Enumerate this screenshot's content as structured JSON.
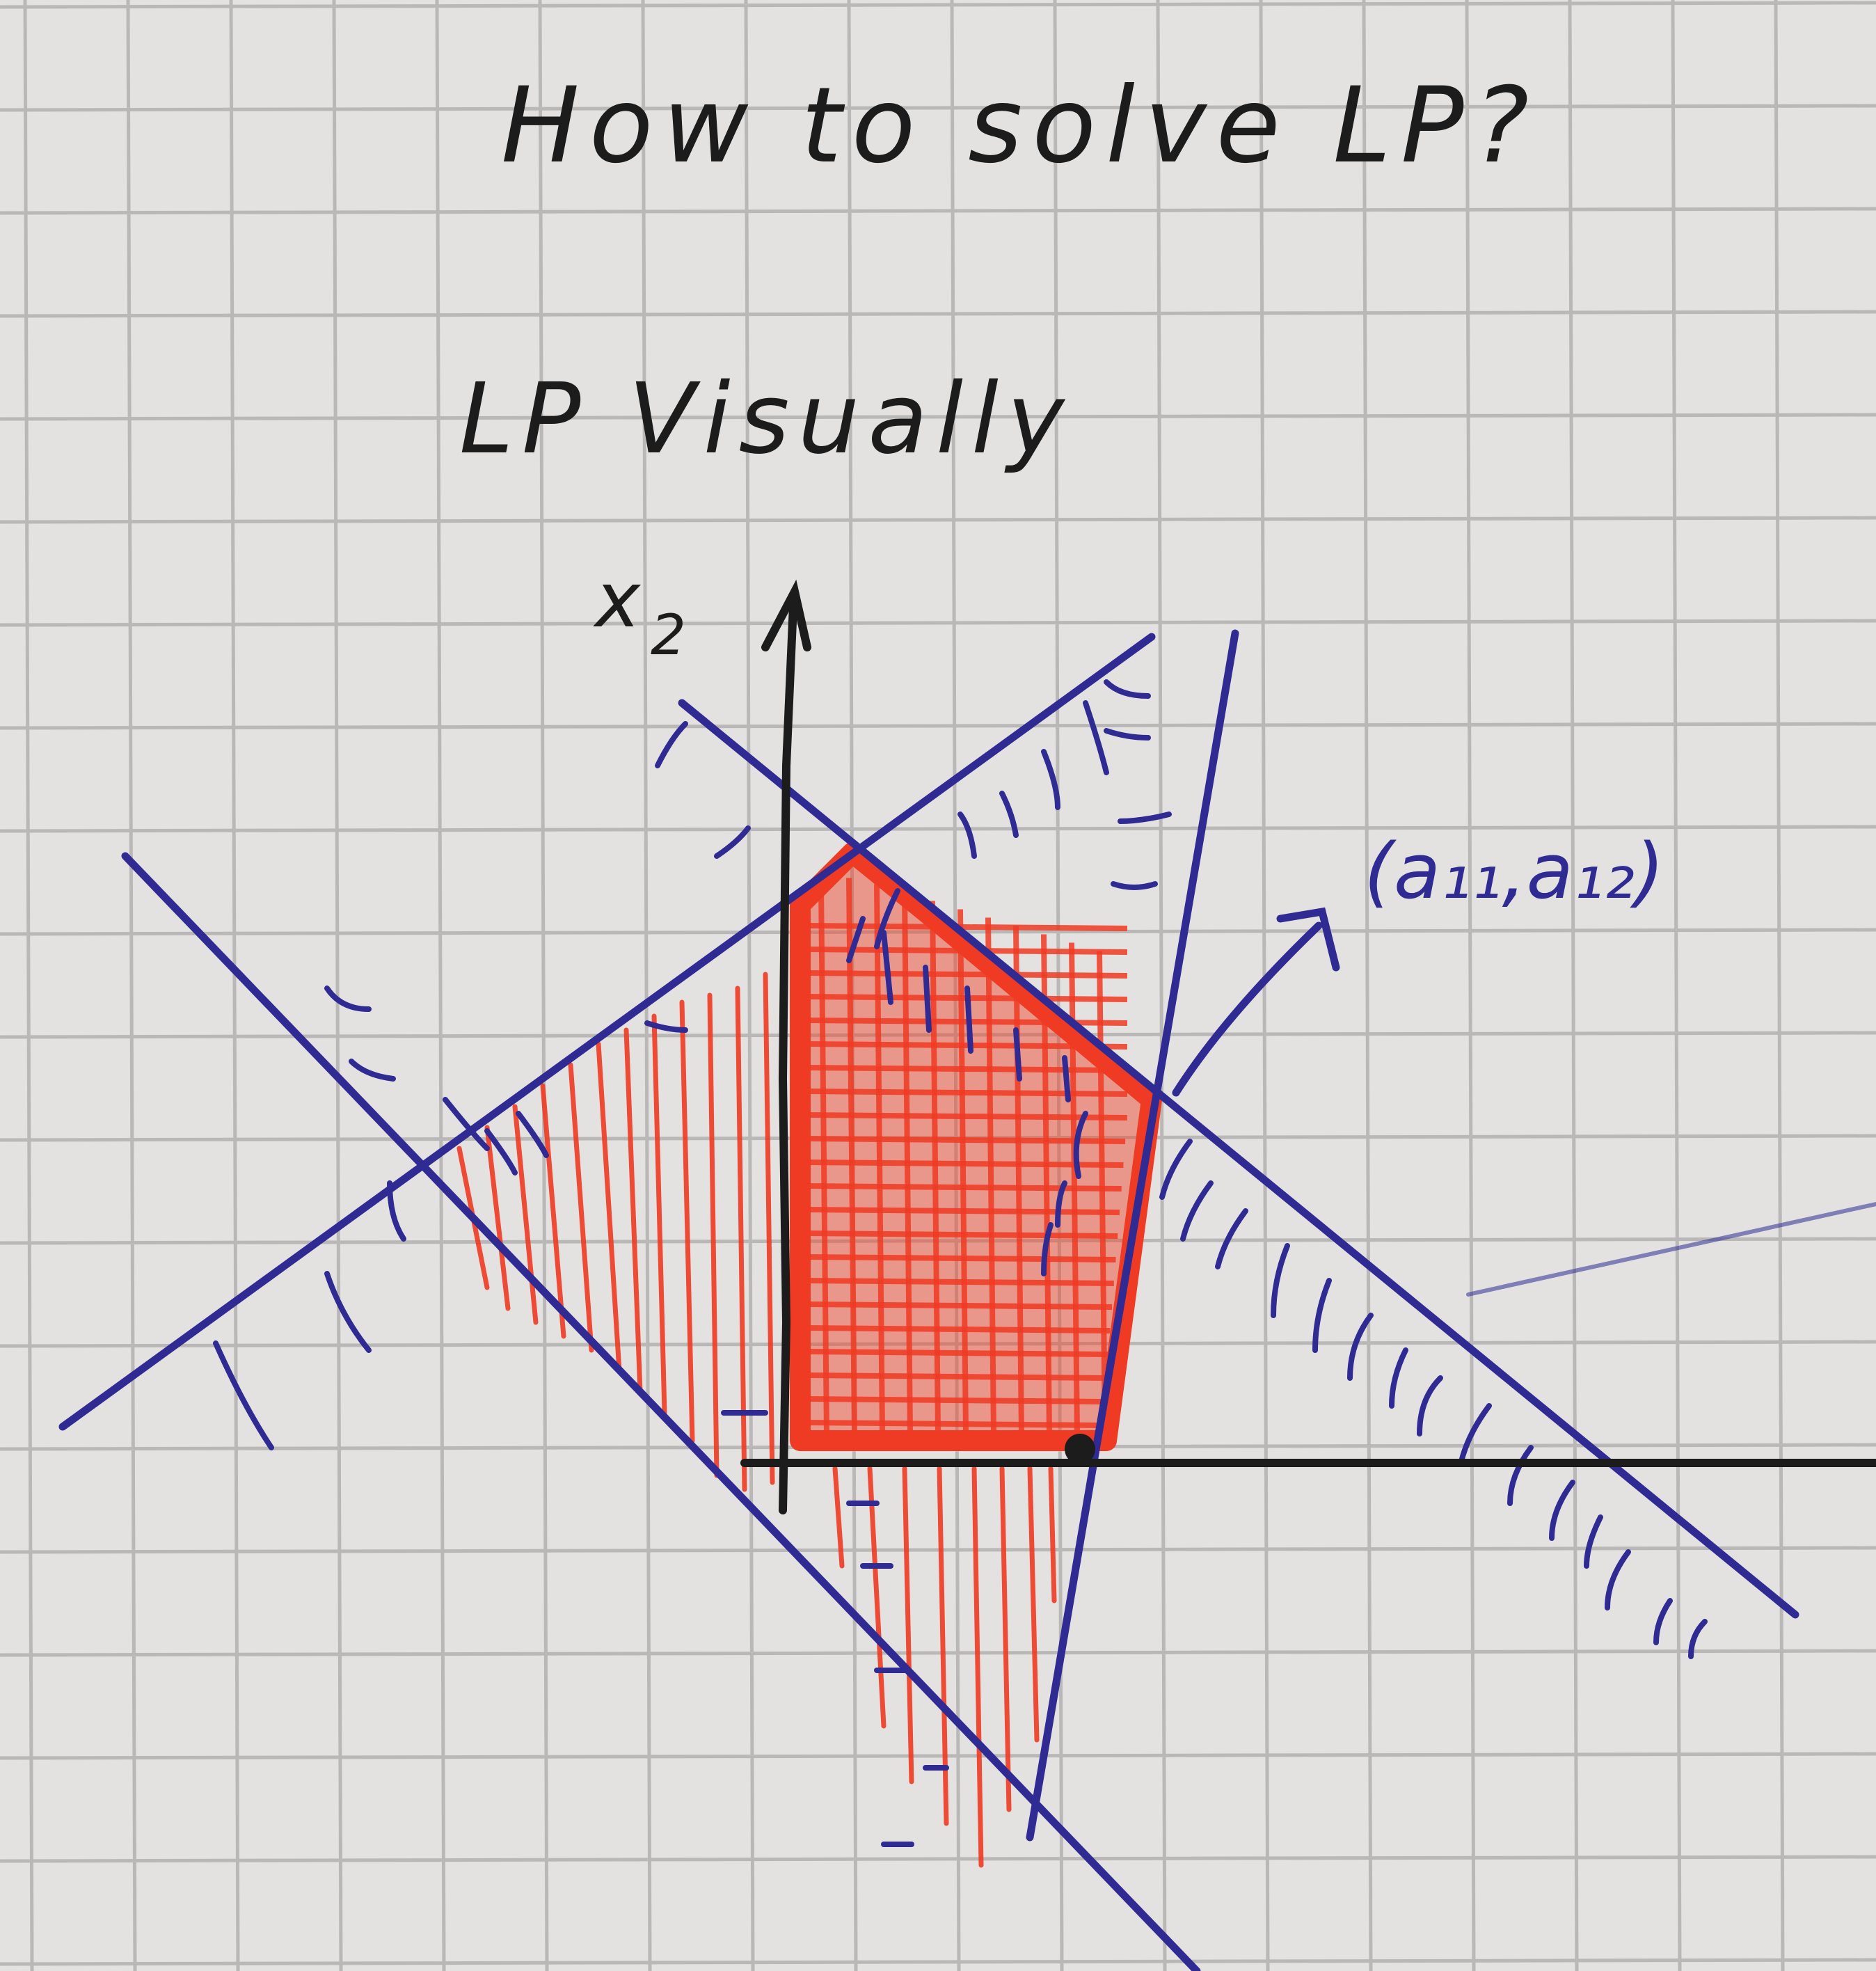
{
  "title": "How to solve LP?",
  "subtitle": "LP Visually",
  "axis_label_x2": "x",
  "axis_label_x2_sub": "2",
  "normal_vector_label": "(a₁₁,a₁₂)",
  "colors": {
    "paper": "#e3e2e0",
    "grid": "#b9b8b6",
    "ink": "#1c1c1c",
    "pen_blue": "#2f2b93",
    "marker_red": "#ef3b24"
  }
}
